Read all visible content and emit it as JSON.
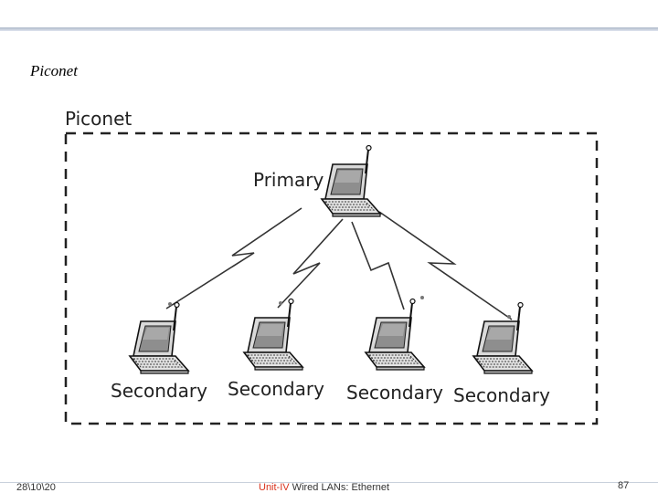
{
  "slide": {
    "title": "Piconet"
  },
  "diagram": {
    "box_label": "Piconet",
    "primary_label": "Primary",
    "secondary_labels": [
      "Secondary",
      "Secondary",
      "Secondary",
      "Secondary"
    ]
  },
  "footer": {
    "date": "28\\10\\20",
    "unit": "Unit-IV",
    "topic": " Wired LANs: Ethernet",
    "page": "87"
  }
}
